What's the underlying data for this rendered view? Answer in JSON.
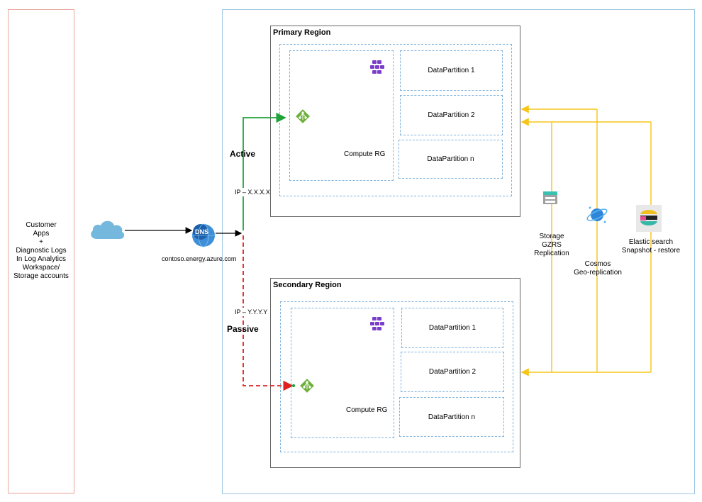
{
  "customer": {
    "lines": [
      "Customer",
      "Apps",
      "+",
      "Diagnostic Logs",
      "In Log Analytics",
      "Workspace/",
      "Storage accounts"
    ]
  },
  "dns": {
    "badge": "DNS",
    "hostname": "contoso.energy.azure.com"
  },
  "routing": {
    "active_label": "Active",
    "passive_label": "Passive",
    "primary_ip": "IP – X.X.X.X",
    "secondary_ip": "IP – Y.Y.Y.Y"
  },
  "primary": {
    "title": "Primary Region",
    "compute_label": "Compute RG",
    "partitions": [
      "DataPartition 1",
      "DataPartition 2",
      "DataPartition n"
    ]
  },
  "secondary": {
    "title": "Secondary Region",
    "compute_label": "Compute RG",
    "partitions": [
      "DataPartition 1",
      "DataPartition 2",
      "DataPartition n"
    ]
  },
  "replication": {
    "storage": [
      "Storage",
      "GZRS",
      "Replication"
    ],
    "cosmos": [
      "Cosmos",
      "Geo-replication"
    ],
    "elastic": [
      "Elastic search",
      "Snapshot - restore"
    ]
  },
  "colors": {
    "customer_border": "#e8a59c",
    "outer_border": "#9cc7e3",
    "region_border": "#666666",
    "dashed_blue": "#7fb2dd",
    "active_green": "#22a33a",
    "passive_red": "#e02020",
    "replication_yellow": "#f5c518"
  },
  "icons": [
    "cloud-icon",
    "dns-globe-icon",
    "kubernetes-cluster-icon",
    "load-balancer-icon",
    "storage-account-icon",
    "cosmos-db-icon",
    "elastic-search-icon"
  ]
}
